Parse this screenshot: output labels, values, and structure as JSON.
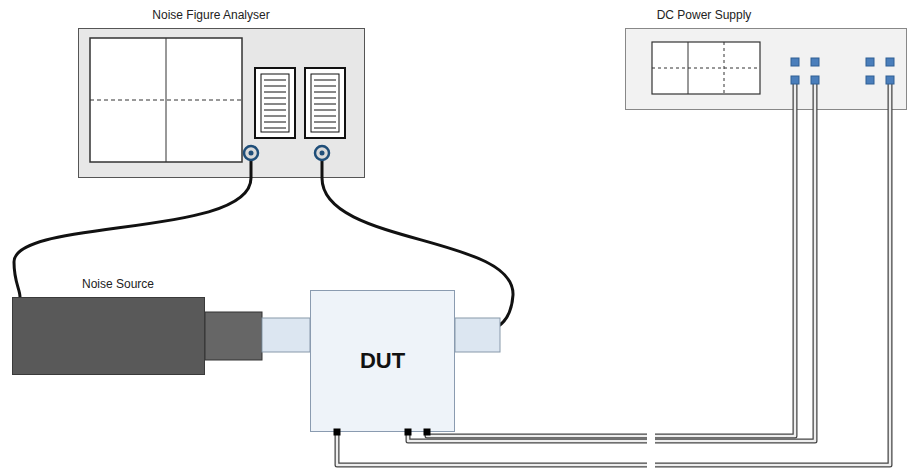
{
  "diagram": {
    "nodes": [
      {
        "text": [
          "Noise Figure Analyser"
        ]
      },
      {
        "text": [
          "DC Power Supply"
        ]
      },
      {
        "text": [
          "Noise Source"
        ]
      },
      {
        "text": [
          "DUT"
        ]
      }
    ],
    "edges": [
      {
        "from": 0,
        "to": 2,
        "arrow": "none"
      },
      {
        "from": 0,
        "to": 3,
        "arrow": "none"
      },
      {
        "from": 1,
        "to": 3,
        "arrow": "none"
      },
      {
        "from": 1,
        "to": 3,
        "arrow": "none"
      },
      {
        "from": 1,
        "to": 3,
        "arrow": "none"
      }
    ]
  }
}
